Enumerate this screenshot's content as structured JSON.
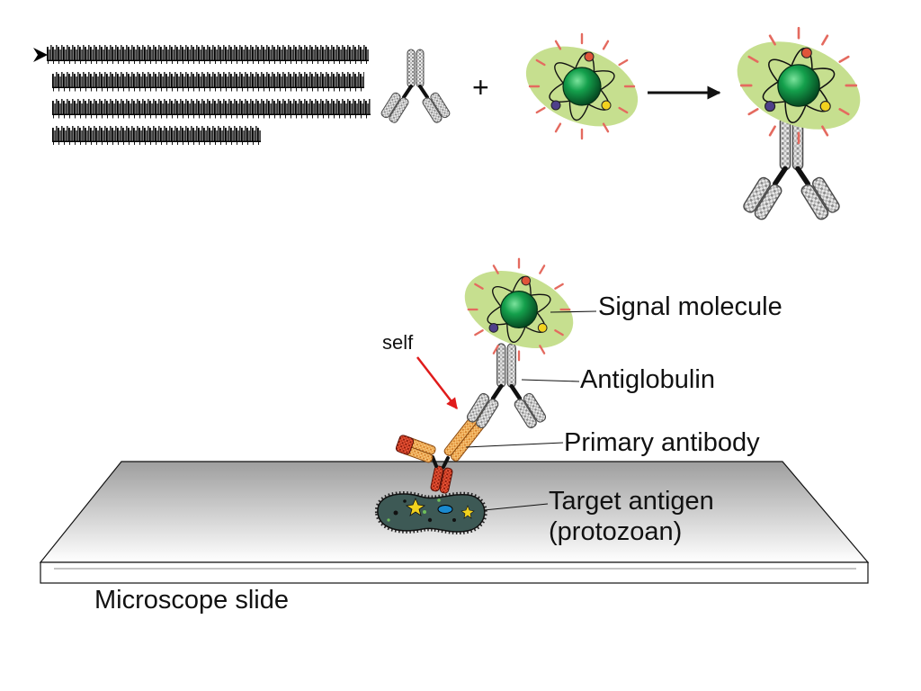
{
  "symbols": {
    "plus": "+"
  },
  "labels": {
    "signal_molecule": "Signal molecule",
    "antiglobulin": "Antiglobulin",
    "primary_antibody": "Primary antibody",
    "target_antigen": "Target antigen",
    "target_antigen_note": "(protozoan)",
    "microscope_slide": "Microscope slide",
    "self": "self"
  },
  "colors": {
    "halo": "#c6df8f",
    "ray": "#e46a5f",
    "ball-red": "#e0553a",
    "ball-purple": "#4f3f8a",
    "ball-yellow": "#f2d21e",
    "self-arrow": "#e01b1b",
    "protozoan": "#3d5955"
  }
}
